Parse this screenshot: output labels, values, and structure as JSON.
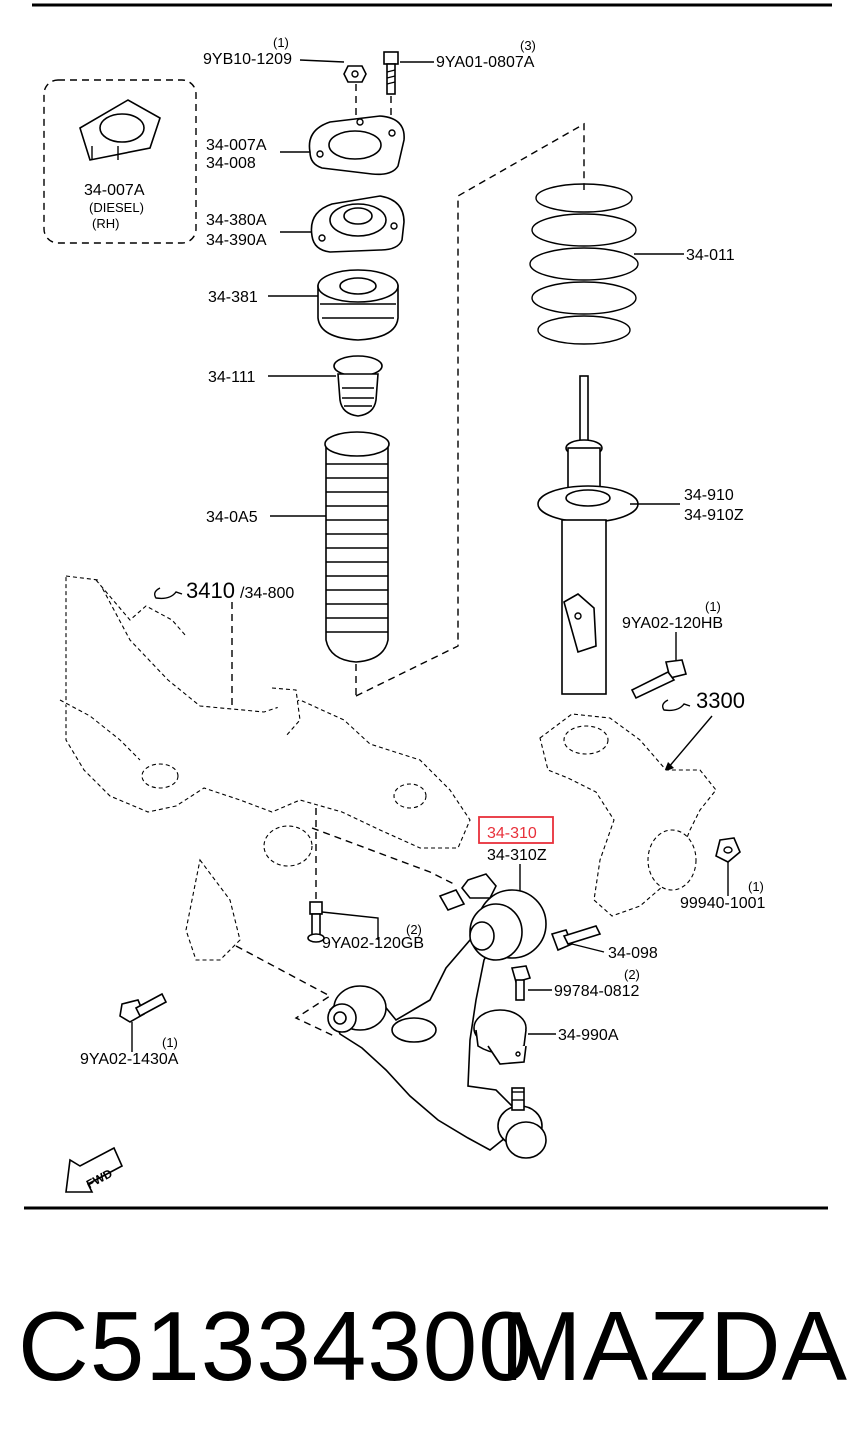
{
  "labels": {
    "nut_top_num": "9YB10-1209",
    "nut_top_qty": "(1)",
    "bolt_top_num": "9YA01-0807A",
    "bolt_top_qty": "(3)",
    "mount_plate_a": "34-007A",
    "mount_plate_b": "34-008",
    "inset_part": "34-007A",
    "inset_diesel": "(DIESEL)",
    "inset_rh": "(RH)",
    "mount_a": "34-380A",
    "mount_b": "34-390A",
    "bearing": "34-381",
    "bump_stop": "34-111",
    "dust_boot": "34-0A5",
    "spring": "34-011",
    "strut_a": "34-910",
    "strut_b": "34-910Z",
    "strut_bolt_num": "9YA02-120HB",
    "strut_bolt_qty": "(1)",
    "ref_subframe_main": "3410",
    "ref_subframe_sub": "/34-800",
    "ref_knuckle": "3300",
    "arm_highlight": "34-310",
    "arm_b": "34-310Z",
    "nut_knuckle_num": "99940-1001",
    "nut_knuckle_qty": "(1)",
    "arm_bolt": "34-098",
    "bolt_gb_num": "9YA02-120GB",
    "bolt_gb_qty": "(2)",
    "bolt_bush_num": "99784-0812",
    "bolt_bush_qty": "(2)",
    "bushing": "34-990A",
    "bolt_front_num": "9YA02-1430A",
    "bolt_front_qty": "(1)",
    "fwd": "FWD"
  },
  "footer": {
    "part_number": "C51334300",
    "brand": "MAZDA"
  },
  "colors": {
    "highlight": "#e8303a",
    "ink": "#000000"
  }
}
